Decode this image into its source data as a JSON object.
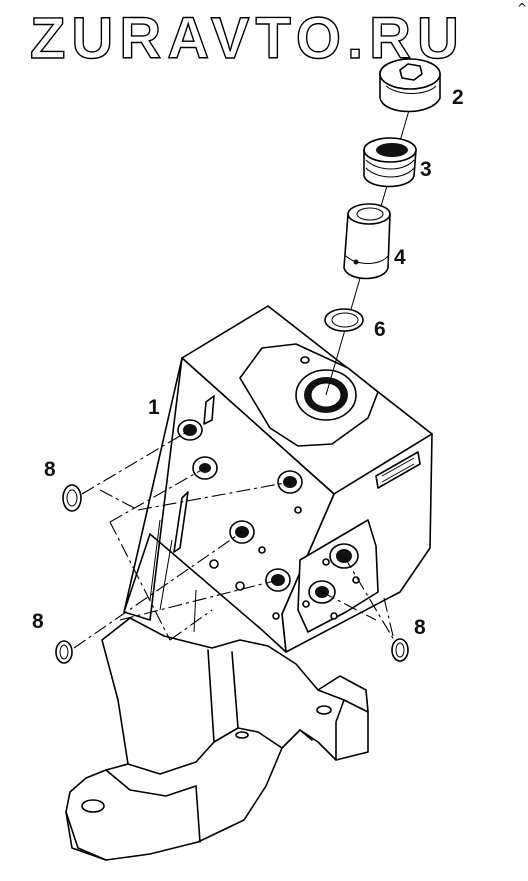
{
  "watermark": "ZURAVTO.RU",
  "corner_mark": "^",
  "callouts": {
    "c1": "1",
    "c2": "2",
    "c3": "3",
    "c4": "4",
    "c6": "6",
    "c8_left_top": "8",
    "c8_left_bottom": "8",
    "c8_right": "8"
  }
}
